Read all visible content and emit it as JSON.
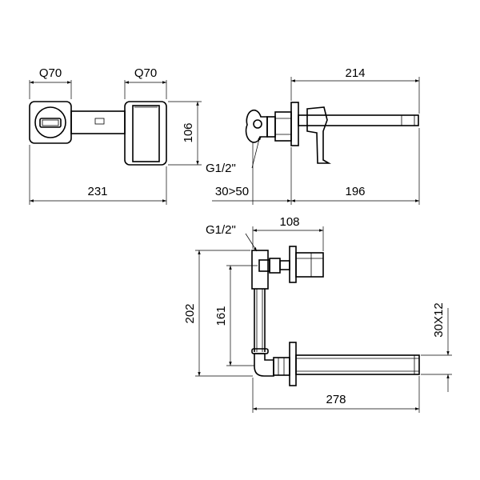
{
  "labels": {
    "front_left_width": "Q70",
    "front_right_width": "Q70",
    "front_height": "106",
    "front_total": "231",
    "side_length": "214",
    "side_thread": "G1/2\"",
    "side_depth": "30>50",
    "side_projection": "196",
    "bottom_thread": "G1/2\"",
    "bottom_offset": "108",
    "bottom_height": "202",
    "bottom_spacing": "161",
    "bottom_spout": "30X12",
    "bottom_length": "278"
  }
}
